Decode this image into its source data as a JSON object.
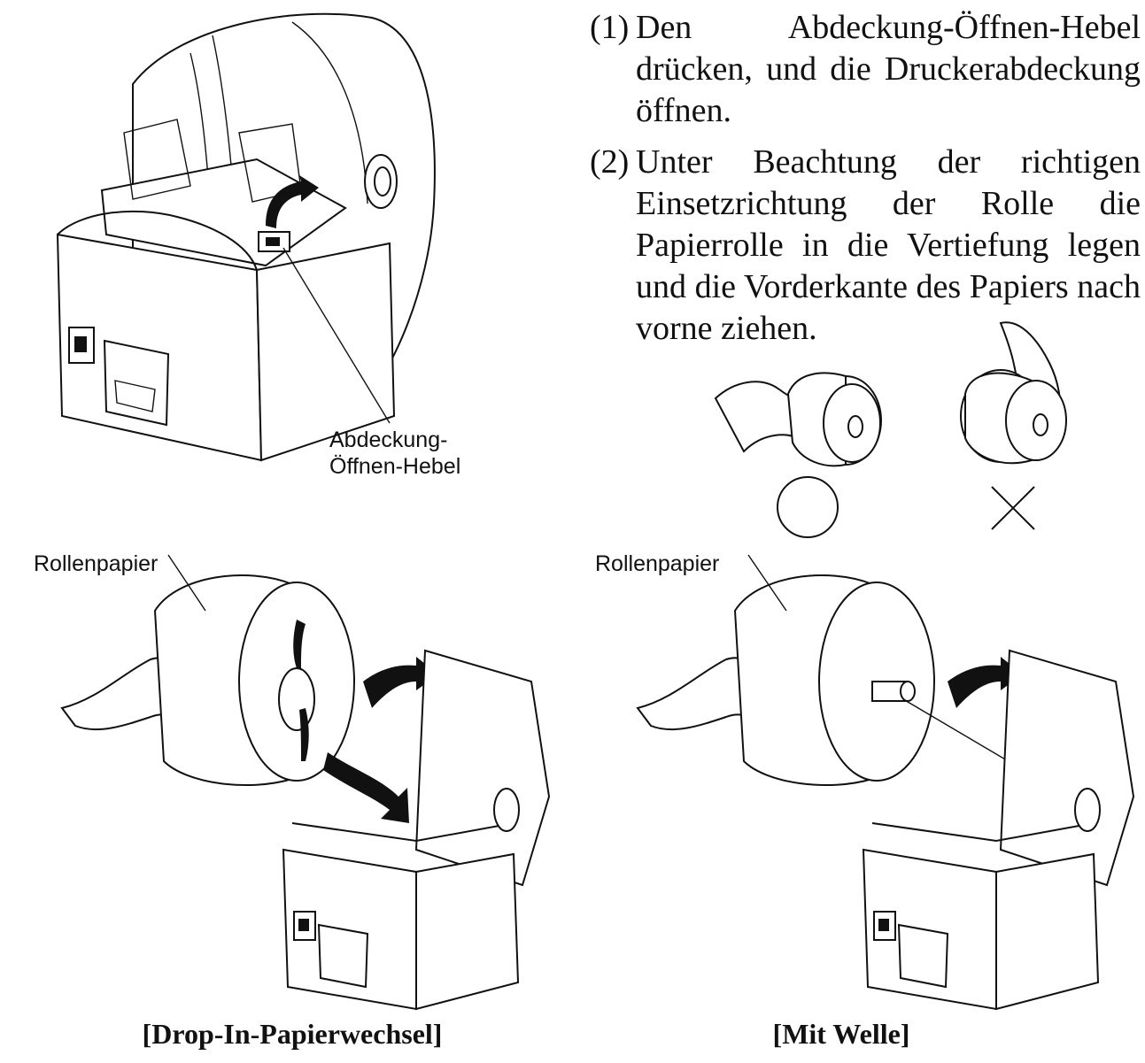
{
  "steps": [
    {
      "number": "(1)",
      "text": "Den Abdeckung-Öffnen-Hebel drücken, und die Druckerabdeckung öffnen."
    },
    {
      "number": "(2)",
      "text": "Unter Beachtung der richtigen Einsetzrichtung der Rolle die Papierrolle in die Vertiefung legen und die Vorderkante des Papiers nach vorne ziehen."
    }
  ],
  "callouts": {
    "lever_line1": "Abdeckung-",
    "lever_line2": "Öffnen-Hebel",
    "roll_paper_left": "Rollenpapier",
    "roll_paper_right": "Rollenpapier"
  },
  "captions": {
    "left": "[Drop-In-Papierwechsel]",
    "right": "[Mit Welle]"
  },
  "icons": {
    "correct": "circle-correct-icon",
    "wrong": "cross-wrong-icon"
  }
}
